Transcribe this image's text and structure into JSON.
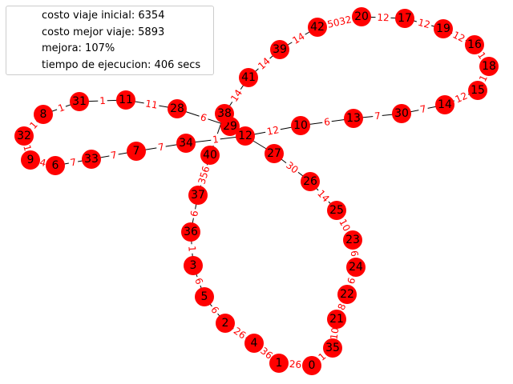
{
  "legend": [
    "costo viaje inicial: 6354",
    "costo mejor viaje: 5893",
    "mejora: 107%",
    "tiempo de ejecucion: 406 secs"
  ],
  "colors": {
    "node": "#ff0000",
    "edge": "#000000",
    "edge_label": "#ff0000",
    "node_label": "#000000"
  },
  "nodes": [
    "0",
    "1",
    "2",
    "3",
    "4",
    "5",
    "6",
    "7",
    "8",
    "9",
    "10",
    "11",
    "12",
    "13",
    "14",
    "15",
    "16",
    "17",
    "18",
    "19",
    "20",
    "21",
    "22",
    "23",
    "24",
    "25",
    "26",
    "27",
    "28",
    "29",
    "30",
    "31",
    "32",
    "33",
    "34",
    "35",
    "36",
    "37",
    "38",
    "39",
    "40",
    "41",
    "42"
  ],
  "edges": [
    {
      "a": "0",
      "b": "1",
      "w": "26"
    },
    {
      "a": "1",
      "b": "4",
      "w": "36"
    },
    {
      "a": "4",
      "b": "2",
      "w": "26"
    },
    {
      "a": "2",
      "b": "5",
      "w": "6"
    },
    {
      "a": "5",
      "b": "3",
      "w": "6"
    },
    {
      "a": "3",
      "b": "36",
      "w": "1"
    },
    {
      "a": "36",
      "b": "37",
      "w": "6"
    },
    {
      "a": "37",
      "b": "40",
      "w": "356"
    },
    {
      "a": "40",
      "b": "38",
      "w": ""
    },
    {
      "a": "38",
      "b": "41",
      "w": "14"
    },
    {
      "a": "41",
      "b": "39",
      "w": "14"
    },
    {
      "a": "39",
      "b": "42",
      "w": "14"
    },
    {
      "a": "42",
      "b": "20",
      "w": "5032"
    },
    {
      "a": "20",
      "b": "17",
      "w": "12"
    },
    {
      "a": "17",
      "b": "19",
      "w": "12"
    },
    {
      "a": "19",
      "b": "16",
      "w": "12"
    },
    {
      "a": "16",
      "b": "18",
      "w": "1"
    },
    {
      "a": "18",
      "b": "15",
      "w": "1"
    },
    {
      "a": "15",
      "b": "14",
      "w": "12"
    },
    {
      "a": "14",
      "b": "30",
      "w": "7"
    },
    {
      "a": "30",
      "b": "13",
      "w": "7"
    },
    {
      "a": "13",
      "b": "10",
      "w": "6"
    },
    {
      "a": "10",
      "b": "12",
      "w": "12"
    },
    {
      "a": "12",
      "b": "34",
      "w": "1"
    },
    {
      "a": "34",
      "b": "7",
      "w": "7"
    },
    {
      "a": "7",
      "b": "33",
      "w": "7"
    },
    {
      "a": "33",
      "b": "6",
      "w": "7"
    },
    {
      "a": "6",
      "b": "9",
      "w": "4"
    },
    {
      "a": "9",
      "b": "32",
      "w": "1"
    },
    {
      "a": "32",
      "b": "8",
      "w": "1"
    },
    {
      "a": "8",
      "b": "31",
      "w": "1"
    },
    {
      "a": "31",
      "b": "11",
      "w": "1"
    },
    {
      "a": "11",
      "b": "28",
      "w": "11"
    },
    {
      "a": "28",
      "b": "29",
      "w": "6"
    },
    {
      "a": "29",
      "b": "12",
      "w": ""
    },
    {
      "a": "12",
      "b": "27",
      "w": ""
    },
    {
      "a": "27",
      "b": "26",
      "w": "30"
    },
    {
      "a": "26",
      "b": "25",
      "w": "14"
    },
    {
      "a": "25",
      "b": "23",
      "w": "10"
    },
    {
      "a": "23",
      "b": "24",
      "w": "6"
    },
    {
      "a": "24",
      "b": "22",
      "w": "6"
    },
    {
      "a": "22",
      "b": "21",
      "w": "8"
    },
    {
      "a": "21",
      "b": "35",
      "w": "10"
    },
    {
      "a": "35",
      "b": "0",
      "w": "1"
    }
  ]
}
